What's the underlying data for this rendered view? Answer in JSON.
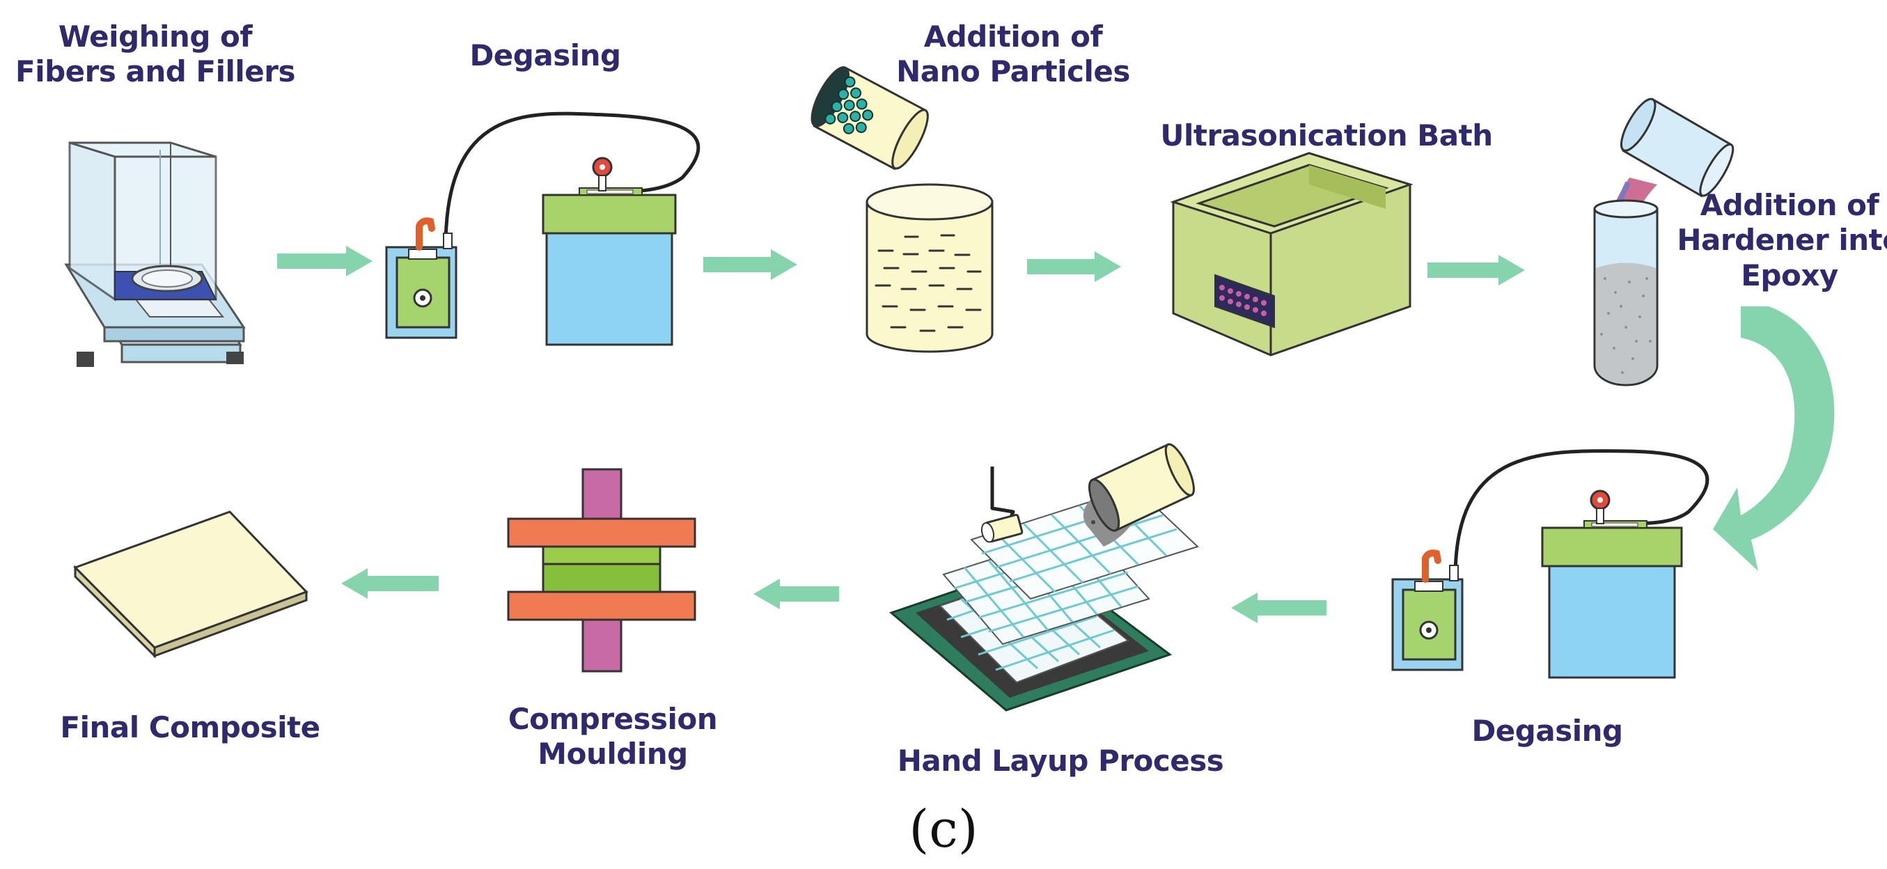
{
  "colors": {
    "arrow": "#86d4ad",
    "label": "#2f2a6b",
    "vessel_blue": "#8ed3f3",
    "lid_green": "#a8d36a",
    "pump_green": "#a5d36d",
    "cream": "#fbf8cc",
    "bath_green": "#c8db8a",
    "plate_orange": "#f07a52",
    "rod_magenta": "#c86aa4",
    "grid_blue": "#6fc9d3",
    "base_green": "#2e7d5e"
  },
  "steps": {
    "weighing": {
      "lines": [
        "Weighing of",
        "Fibers and Fillers"
      ],
      "icon": "analytical-balance-icon"
    },
    "degasing_1": {
      "lines": [
        "Degasing"
      ],
      "icon": "vacuum-degassing-icon"
    },
    "nano": {
      "lines": [
        "Addition of",
        "Nano Particles"
      ],
      "icon": "beaker-pouring-icon"
    },
    "ultrasonication": {
      "lines": [
        "Ultrasonication Bath"
      ],
      "icon": "ultrasonic-bath-icon"
    },
    "hardener": {
      "lines": [
        "Addition of",
        "Hardener into",
        "Epoxy"
      ],
      "icon": "test-tube-pouring-icon"
    },
    "degasing_2": {
      "lines": [
        "Degasing"
      ],
      "icon": "vacuum-degassing-icon"
    },
    "hand_layup": {
      "lines": [
        "Hand Layup Process"
      ],
      "icon": "hand-layup-icon"
    },
    "compression": {
      "lines": [
        "Compression",
        "Moulding"
      ],
      "icon": "compression-press-icon"
    },
    "final": {
      "lines": [
        "Final Composite"
      ],
      "icon": "composite-plate-icon"
    }
  },
  "caption": "(c)"
}
